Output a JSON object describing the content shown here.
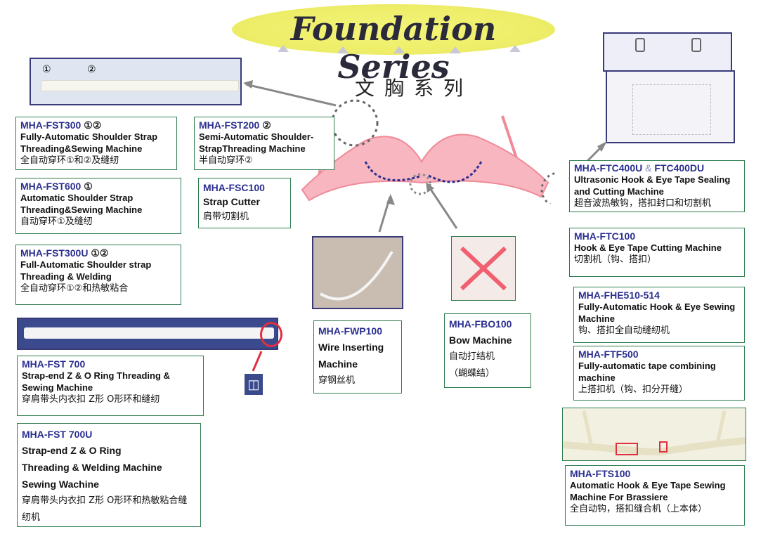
{
  "header": {
    "title": "Foundation Series",
    "subtitle": "文胸系列"
  },
  "strap_image": {
    "marker1": "①",
    "marker2": "②"
  },
  "products": {
    "fst300": {
      "code": "MHA-FST300",
      "markers": "①②",
      "name": "Fully-Automatic Shoulder Strap Threading&Sewing Machine",
      "cn": "全自动穿环①和②及缝纫"
    },
    "fst200": {
      "code": "MHA-FST200",
      "markers": "②",
      "name": "Semi-Automatic Shoulder-StrapThreading Machine",
      "cn": "半自动穿环②"
    },
    "fst600": {
      "code": "MHA-FST600",
      "markers": "①",
      "name": "Automatic Shoulder Strap Threading&Sewing Machine",
      "cn": "自动穿环①及缝纫"
    },
    "fsc100": {
      "code": "MHA-FSC100",
      "name": "Strap Cutter",
      "cn": "肩带切割机"
    },
    "fst300u": {
      "code": "MHA-FST300U",
      "markers": "①②",
      "name": "Full-Automatic Shoulder strap Threading & Welding",
      "cn": "全自动穿环①②和热敏粘合"
    },
    "fst700": {
      "code": "MHA-FST 700",
      "name": "Strap-end Z & O Ring Threading & Sewing Machine",
      "cn": "穿肩带头内衣扣 Z形 O形环和缝纫"
    },
    "fst700u": {
      "code": "MHA-FST 700U",
      "name1": "Strap-end Z & O Ring",
      "name2": "Threading & Welding Machine",
      "name3": "Sewing Wachine",
      "cn": "穿肩带头内衣扣 Z形 O形环和热敏粘合缝纫机"
    },
    "fwp100": {
      "code": "MHA-FWP100",
      "name1": "Wire Inserting",
      "name2": "Machine",
      "cn": "穿钢丝机"
    },
    "fbo100": {
      "code": "MHA-FBO100",
      "name": "Bow Machine",
      "cn1": "自动打结机",
      "cn2": "（蝴蝶结）"
    },
    "ftc400": {
      "code": "MHA-FTC400U",
      "amp": "&",
      "code2": "FTC400DU",
      "name": "Ultrasonic Hook & Eye Tape Sealing and Cutting Machine",
      "cn": "超音波热敏钩，搭扣封口和切割机"
    },
    "ftc100": {
      "code": "MHA-FTC100",
      "name": "Hook & Eye Tape Cutting Machine",
      "cn": "切割机（钩、搭扣）"
    },
    "fhe510": {
      "code": "MHA-FHE510-514",
      "name": "Fully-Automatic Hook & Eye Sewing Machine",
      "cn": "钩、搭扣全自动缝纫机"
    },
    "ftf500": {
      "code": "MHA-FTF500",
      "name": "Fully-automatic tape combining machine",
      "cn": "上搭扣机（钩、扣分开缝）"
    },
    "fts100": {
      "code": "MHA-FTS100",
      "name": "Automatic Hook & Eye Tape Sewing Machine For Brassiere",
      "cn": "全自动钩，搭扣缝合机（上本体）"
    }
  },
  "colors": {
    "code_blue": "#2b2f8f",
    "border_green": "#2e7d4f",
    "photo_border": "#3a3a7a",
    "title_ellipse": "#eeee6a",
    "bra_pink": "#f07a8a",
    "circle_red": "#e03040"
  },
  "icons": [
    "bra-illustration",
    "strap-photo",
    "hook-eye-photo",
    "wire-photo",
    "bow-photo",
    "zo-ring-strap-photo",
    "bra-back-photo",
    "ring-icon"
  ]
}
